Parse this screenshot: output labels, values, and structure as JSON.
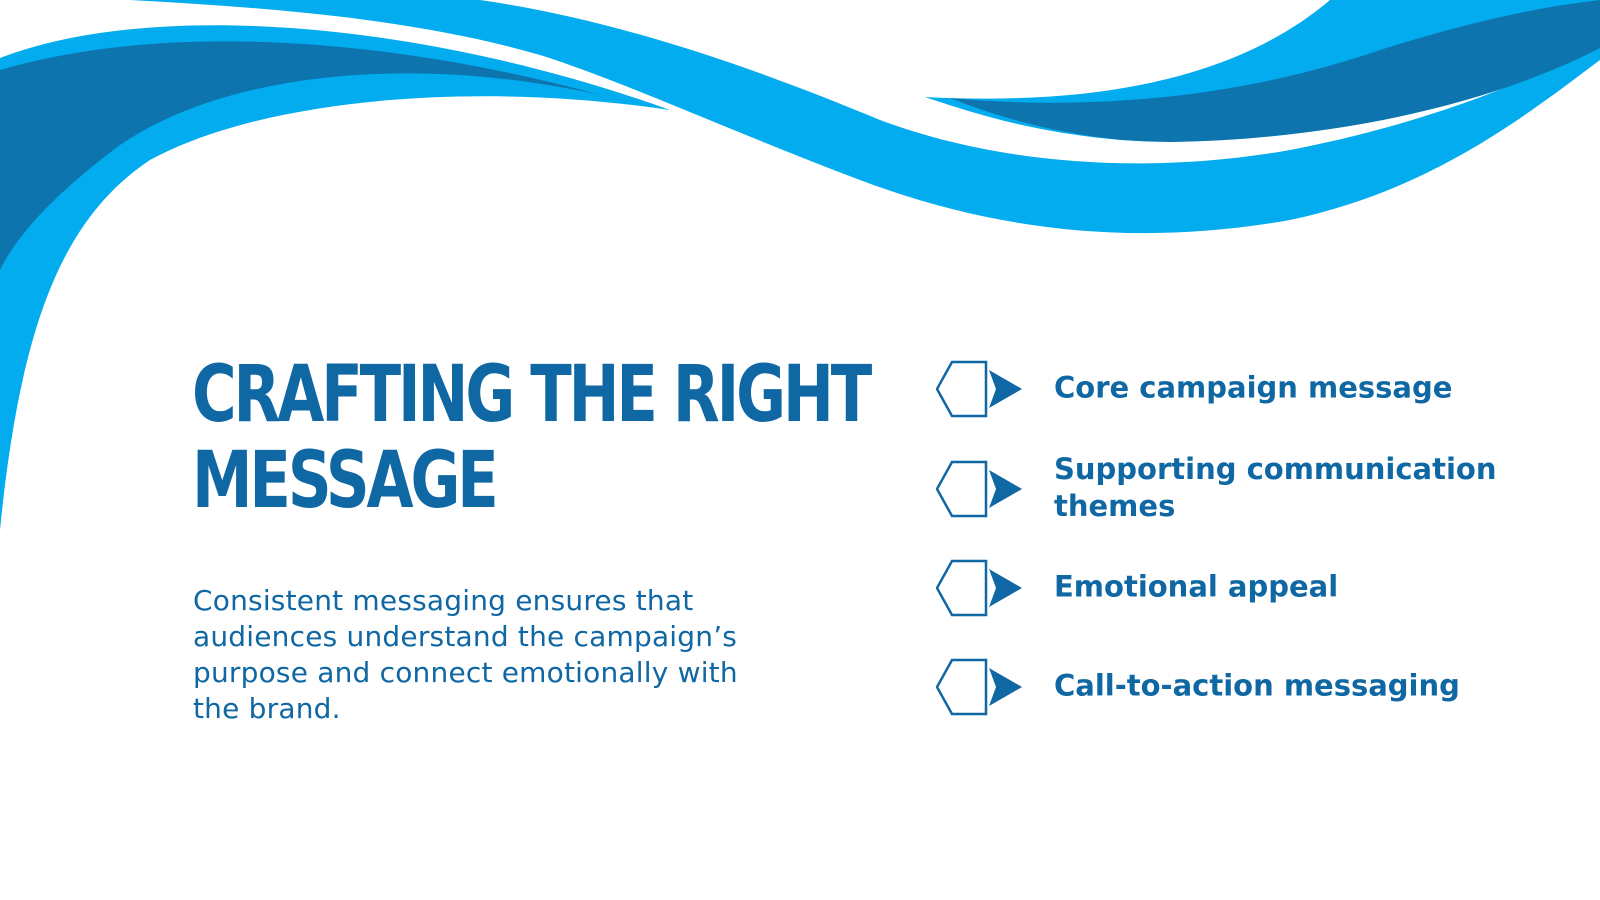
{
  "slide": {
    "title_lines": [
      "Crafting the right",
      "message"
    ],
    "body": "Consistent messaging ensures that audiences understand the campaign’s purpose and connect emotionally with the brand.",
    "items": [
      {
        "label": "Core campaign message"
      },
      {
        "label": "Supporting communication themes"
      },
      {
        "label": "Emotional appeal"
      },
      {
        "label": "Call-to-action messaging"
      }
    ]
  },
  "icons": {
    "bullet": "chevron-hexagon-icon"
  },
  "colors": {
    "text": "#0f67a3",
    "wave_light": "#03acee",
    "wave_dark": "#0e74ad",
    "background": "#ffffff"
  }
}
